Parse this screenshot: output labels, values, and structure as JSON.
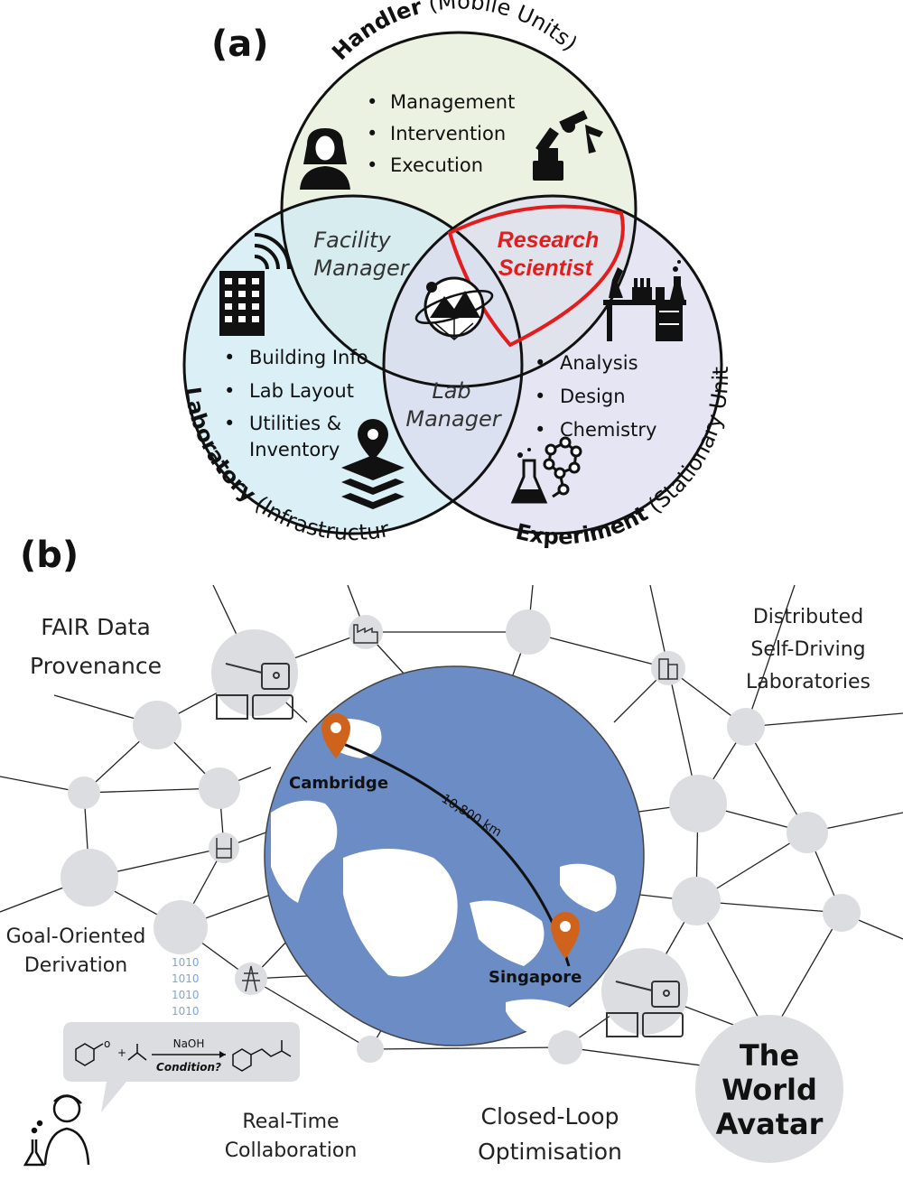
{
  "panel_a": {
    "label": "(a)",
    "handler": {
      "title_bold": "Handler",
      "title_rest": " (Mobile Units)",
      "items": [
        "Management",
        "Intervention",
        "Execution"
      ]
    },
    "laboratory": {
      "title_bold": "Laboratory",
      "title_rest": " (Infrastructure)",
      "items": [
        "Building Info",
        "Lab Layout",
        "Utilities &",
        "Inventory"
      ]
    },
    "experiment": {
      "title_bold": "Experiment",
      "title_rest": " (Stationary Unit)",
      "items": [
        "Analysis",
        "Design",
        "Chemistry"
      ]
    },
    "overlaps": {
      "facility_manager": [
        "Facility",
        "Manager"
      ],
      "research_scientist": [
        "Research",
        "Scientist"
      ],
      "lab_manager": [
        "Lab",
        "Manager"
      ]
    },
    "colors": {
      "handler_fill": "#e8f0dd",
      "laboratory_fill": "#cfeaf3",
      "experiment_fill": "#dcdcef",
      "highlight": "#e11d1d"
    }
  },
  "panel_b": {
    "label": "(b)",
    "labels": {
      "fair": [
        "FAIR Data",
        "Provenance"
      ],
      "distributed": [
        "Distributed",
        "Self-Driving",
        "Laboratories"
      ],
      "goal": [
        "Goal-Oriented",
        "Derivation"
      ],
      "realtime": [
        "Real-Time",
        "Collaboration"
      ],
      "closed_loop": [
        "Closed-Loop",
        "Optimisation"
      ],
      "world_avatar": [
        "The",
        "World",
        "Avatar"
      ]
    },
    "cities": [
      "Cambridge",
      "Singapore"
    ],
    "distance": "10,800 km",
    "reaction": {
      "reagent": "NaOH",
      "condition": "Condition?"
    },
    "binary": [
      "1010",
      "1010",
      "1010",
      "1010"
    ],
    "colors": {
      "globe": "#6b8cc4",
      "node": "#dcdde0",
      "pin": "#d0631c"
    }
  }
}
